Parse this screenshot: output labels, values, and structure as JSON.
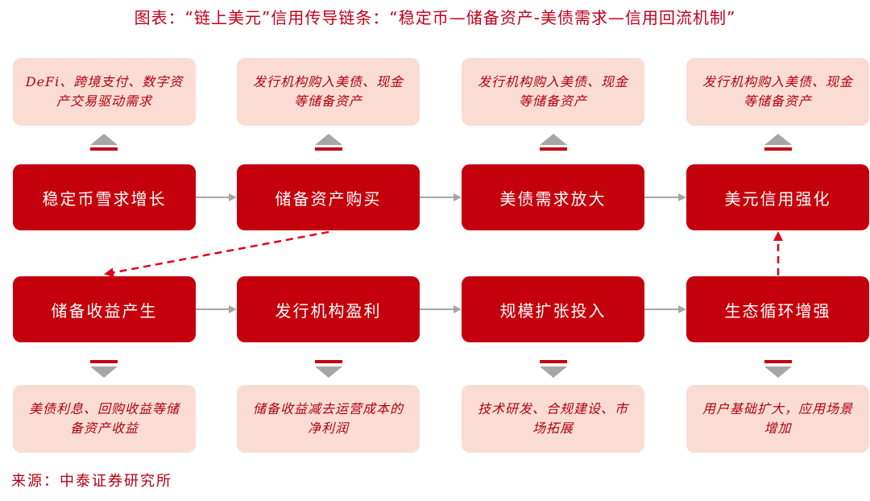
{
  "title": "图表：“链上美元”信用传导链条：“稳定币—储备资产-美债需求—信用回流机制”",
  "top_notes": [
    "DeFi、跨境支付、数字资产交易驱动需求",
    "发行机构购入美债、现金等储备资产",
    "发行机构购入美债、现金等储备资产",
    "发行机构购入美债、现金等储备资产"
  ],
  "row1": [
    "稳定币雪求增长",
    "储备资产购买",
    "美债需求放大",
    "美元信用强化"
  ],
  "row2": [
    "储备收益产生",
    "发行机构盈利",
    "规模扩张投入",
    "生态循环增强"
  ],
  "bottom_notes": [
    "美债利息、回购收益等储备资产收益",
    "储备收益减去运营成本的净利润",
    "技术研发、合规建设、市场拓展",
    "用户基础扩大，应用场景增加"
  ],
  "source": "来源：中泰证券研究所",
  "colors": {
    "box": "#c4000d",
    "note_bg": "#fbdcd3",
    "text_red": "#b00010",
    "arrow": "#a6a6a6",
    "dashed": "#e0001a"
  }
}
